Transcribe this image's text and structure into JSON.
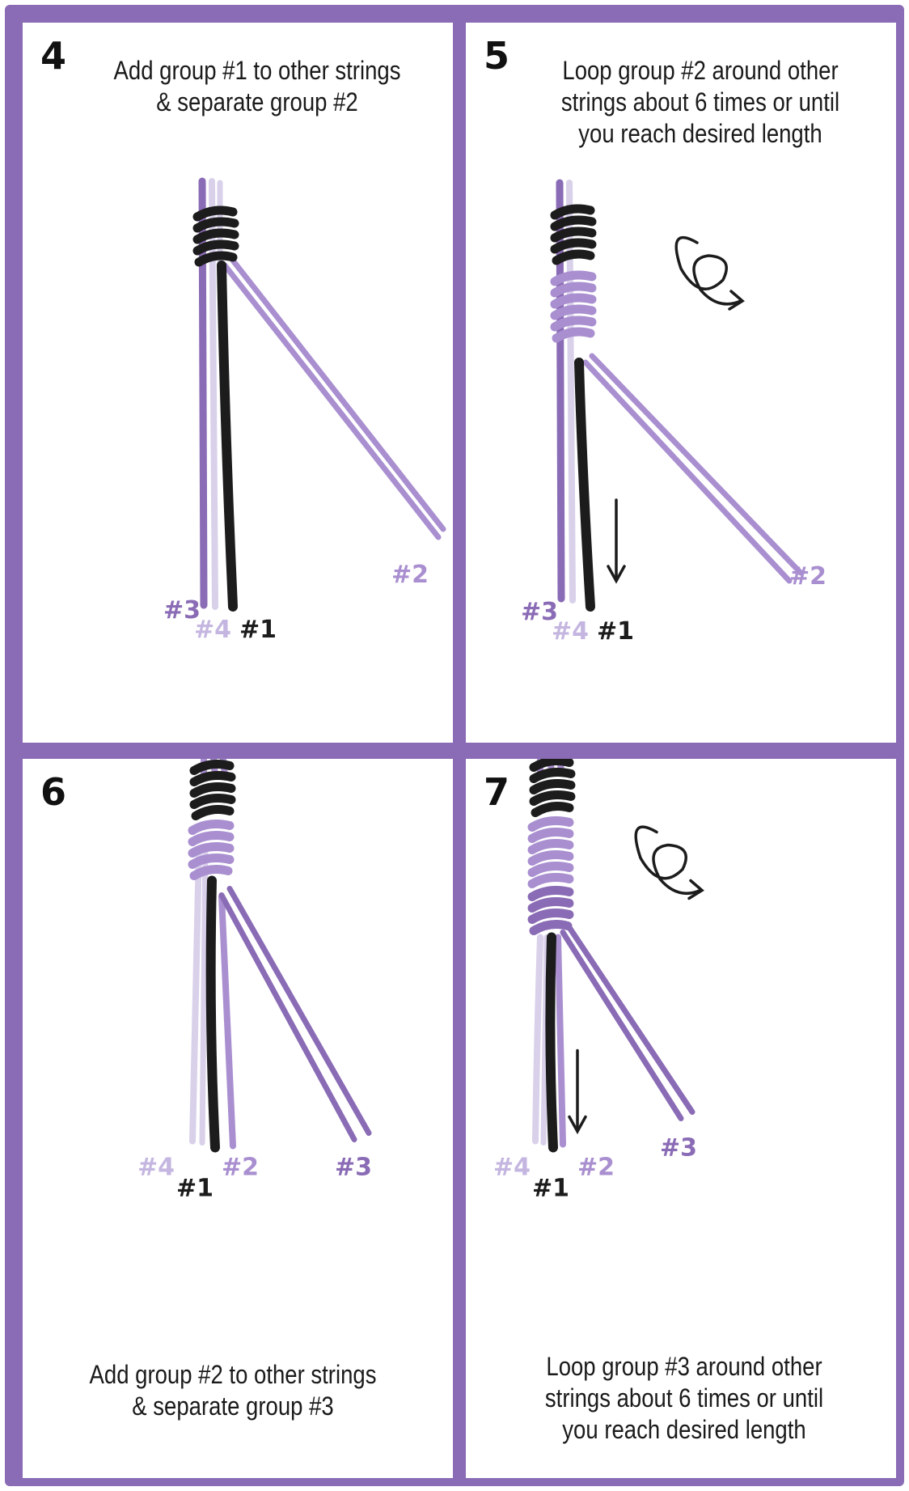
{
  "colors": {
    "frame": "#8a6bb5",
    "group1": "#1c1c1c",
    "group2": "#a98fd0",
    "group3": "#8a6bb5",
    "group4": "#d9d0ea"
  },
  "panels": [
    {
      "step": "4",
      "caption_lines": [
        "Add group #1 to other strings",
        "& separate group #2"
      ],
      "labels": {
        "g1": "#1",
        "g2": "#2",
        "g3": "#3",
        "g4": "#4"
      }
    },
    {
      "step": "5",
      "caption_lines": [
        "Loop group #2 around other",
        "strings about 6 times or until",
        "you reach desired length"
      ],
      "labels": {
        "g1": "#1",
        "g2": "#2",
        "g3": "#3",
        "g4": "#4"
      },
      "icons": [
        "spiral-arrow-icon",
        "down-arrow-icon"
      ]
    },
    {
      "step": "6",
      "caption_lines": [
        "Add group #2 to other strings",
        "& separate group #3"
      ],
      "labels": {
        "g1": "#1",
        "g2": "#2",
        "g3": "#3",
        "g4": "#4"
      }
    },
    {
      "step": "7",
      "caption_lines": [
        "Loop group #3 around other",
        "strings about 6 times or until",
        "you reach desired length"
      ],
      "labels": {
        "g1": "#1",
        "g2": "#2",
        "g3": "#3",
        "g4": "#4"
      },
      "icons": [
        "spiral-arrow-icon",
        "down-arrow-icon"
      ]
    }
  ]
}
